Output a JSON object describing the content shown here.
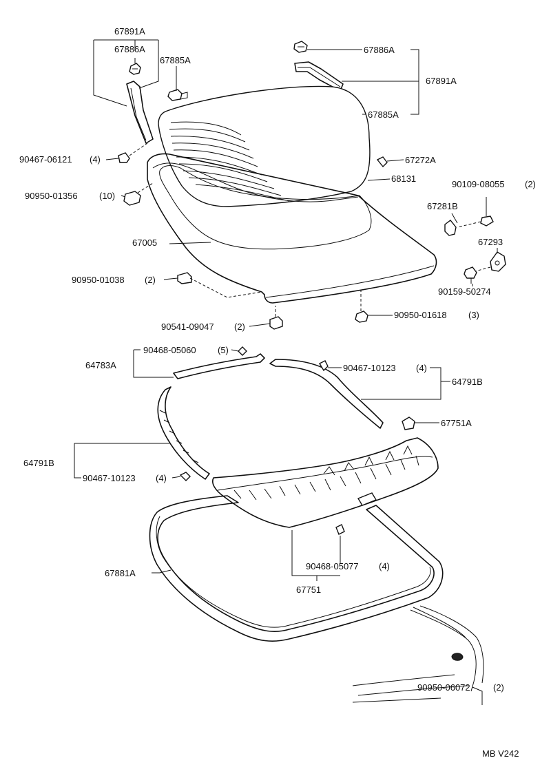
{
  "diagram": {
    "code": "MB V242",
    "labels": {
      "p67891A_left": "67891A",
      "p67886A_left": "67886A",
      "p67885A_left": "67885A",
      "p67886A_right": "67886A",
      "p67891A_right": "67891A",
      "p67885A_right": "67885A",
      "p90467_06121": "90467-06121",
      "q90467_06121": "(4)",
      "p67272A": "67272A",
      "p90950_01356": "90950-01356",
      "q90950_01356": "(10)",
      "p68131": "68131",
      "p90109_08055": "90109-08055",
      "q90109_08055": "(2)",
      "p67281B": "67281B",
      "p67005": "67005",
      "p67293": "67293",
      "p90950_01038": "90950-01038",
      "q90950_01038": "(2)",
      "p90159_50274": "90159-50274",
      "p90541_09047": "90541-09047",
      "q90541_09047": "(2)",
      "p90950_01618": "90950-01618",
      "q90950_01618": "(3)",
      "p90468_05060": "90468-05060",
      "q90468_05060": "(5)",
      "p64783A": "64783A",
      "p90467_10123_top": "90467-10123",
      "q90467_10123_top": "(4)",
      "p64791B_right": "64791B",
      "p67751A": "67751A",
      "p64791B_left": "64791B",
      "p90467_10123_left": "90467-10123",
      "q90467_10123_left": "(4)",
      "p90468_05077": "90468-05077",
      "q90468_05077": "(4)",
      "p67881A": "67881A",
      "p67751": "67751",
      "p90950_06072": "90950-06072",
      "q90950_06072": "(2)"
    }
  }
}
